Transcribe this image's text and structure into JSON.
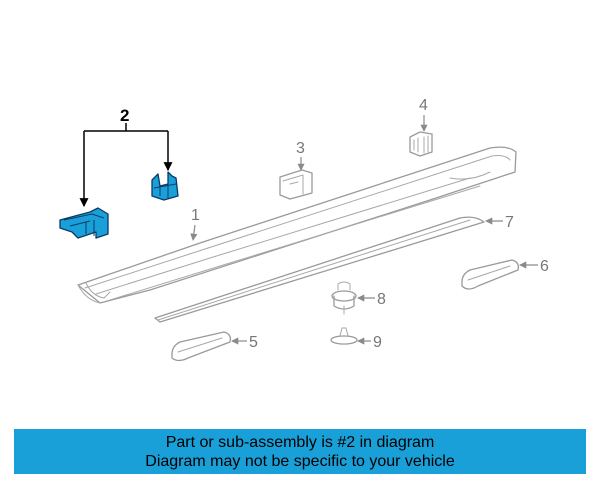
{
  "callouts": {
    "c1": "1",
    "c2": "2",
    "c3": "3",
    "c4": "4",
    "c5": "5",
    "c6": "6",
    "c7": "7",
    "c8": "8",
    "c9": "9"
  },
  "highlight_color": "#1aa0d8",
  "banner": {
    "line1": "Part or sub-assembly is #2 in diagram",
    "line2": "Diagram may not be specific to your vehicle"
  }
}
